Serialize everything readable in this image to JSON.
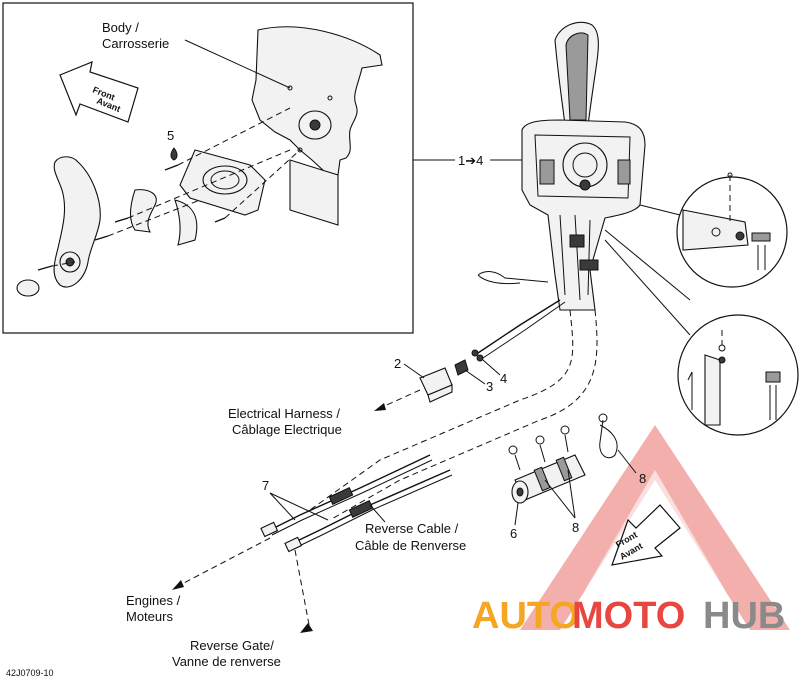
{
  "labels": {
    "body_en": "Body /",
    "body_fr": "Carrosserie",
    "front_en": "Front",
    "front_fr": "Avant",
    "callout_1_4": "1➔4",
    "harness_en": "Electrical  Harness /",
    "harness_fr": "Câblage Electrique",
    "reverse_cable_en": "Reverse Cable /",
    "reverse_cable_fr": "Câble de Renverse",
    "engines_en": "Engines /",
    "engines_fr": "Moteurs",
    "reverse_gate_en": "Reverse Gate/",
    "reverse_gate_fr": "Vanne de renverse",
    "figure_code": "42J0709-10"
  },
  "callouts": {
    "n2": "2",
    "n3": "3",
    "n4": "4",
    "n5": "5",
    "n6": "6",
    "n7": "7",
    "n8a": "8",
    "n8b": "8"
  },
  "watermark": {
    "part1": "AUTO",
    "part2": "MOTO",
    "part3": "HUB",
    "color_orange": "#f5a623",
    "color_red": "#e8473f",
    "color_gray": "#8a8a8a"
  }
}
